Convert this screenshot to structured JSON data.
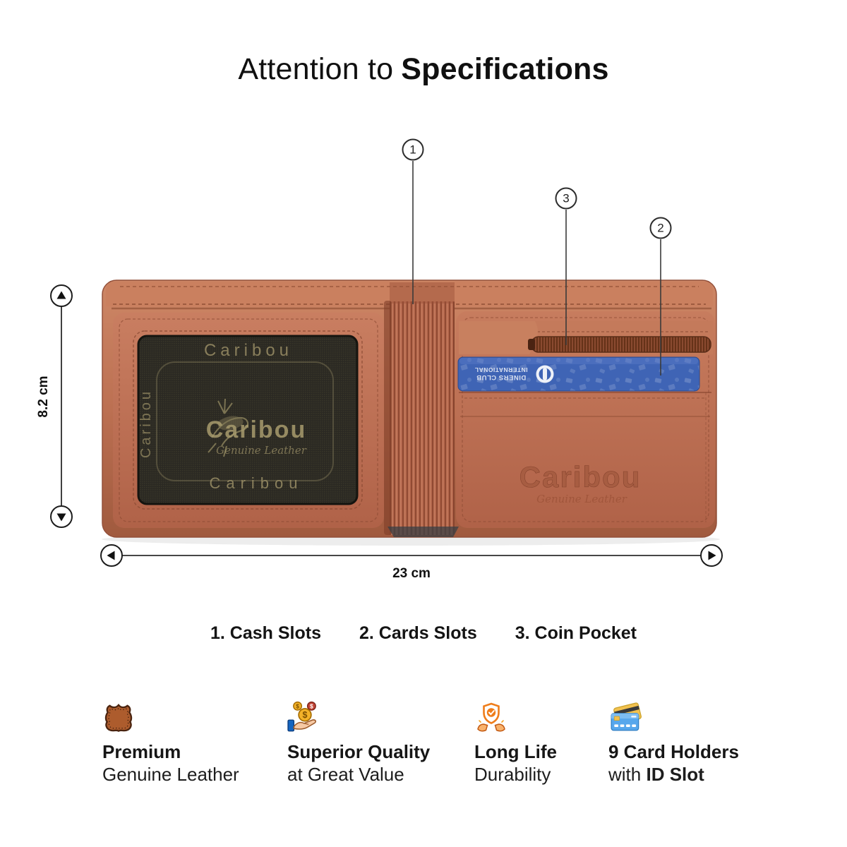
{
  "title": {
    "prefix": "Attention to",
    "emphasis": "Specifications"
  },
  "callouts": [
    {
      "number": "1",
      "label": "Cash Slots"
    },
    {
      "number": "2",
      "label": "Cards Slots"
    },
    {
      "number": "3",
      "label": "Coin Pocket"
    }
  ],
  "legend": {
    "items": [
      "1. Cash Slots",
      "2. Cards Slots",
      "3. Coin Pocket"
    ]
  },
  "dimensions": {
    "height": "8.2 cm",
    "width": "23 cm"
  },
  "product": {
    "brand": "Caribou",
    "window_print": {
      "top": "Caribou",
      "side": "Caribou",
      "center": "Caribou",
      "script": "Genuine Leather",
      "bottom": "Caribou"
    },
    "embossed": {
      "brand": "Caribou",
      "script": "Genuine Leather"
    },
    "card": {
      "line1": "DINERS CLUB",
      "line2": "INTERNATIONAL"
    }
  },
  "features": [
    {
      "icon": "leather-icon",
      "title": "Premium",
      "subtitle": "Genuine Leather"
    },
    {
      "icon": "money-value-icon",
      "title": "Superior Quality",
      "subtitle": "at Great Value"
    },
    {
      "icon": "shield-durability-icon",
      "title": "Long Life",
      "subtitle": "Durability"
    },
    {
      "icon": "card-holders-icon",
      "title": "9 Card Holders",
      "subtitle_prefix": "with",
      "subtitle_emphasis": "ID Slot"
    }
  ],
  "icons": {
    "dollar": "$"
  },
  "colors": {
    "background": "#ffffff",
    "text": "#161616",
    "leather": "#b96e50",
    "leather_dark": "#8a4a32",
    "window_print": "#a0946a",
    "card_blue": "#3f64b5",
    "callout_line": "#3a3a3a",
    "icon_orange": "#ef7d1a",
    "icon_gold": "#f3b229",
    "icon_coin_red": "#c44536",
    "icon_sleeve_blue": "#1565c0",
    "icon_card_blue": "#57a7ec",
    "icon_card_yellow": "#f2c14e",
    "icon_leather_brown": "#ad5c2d"
  }
}
